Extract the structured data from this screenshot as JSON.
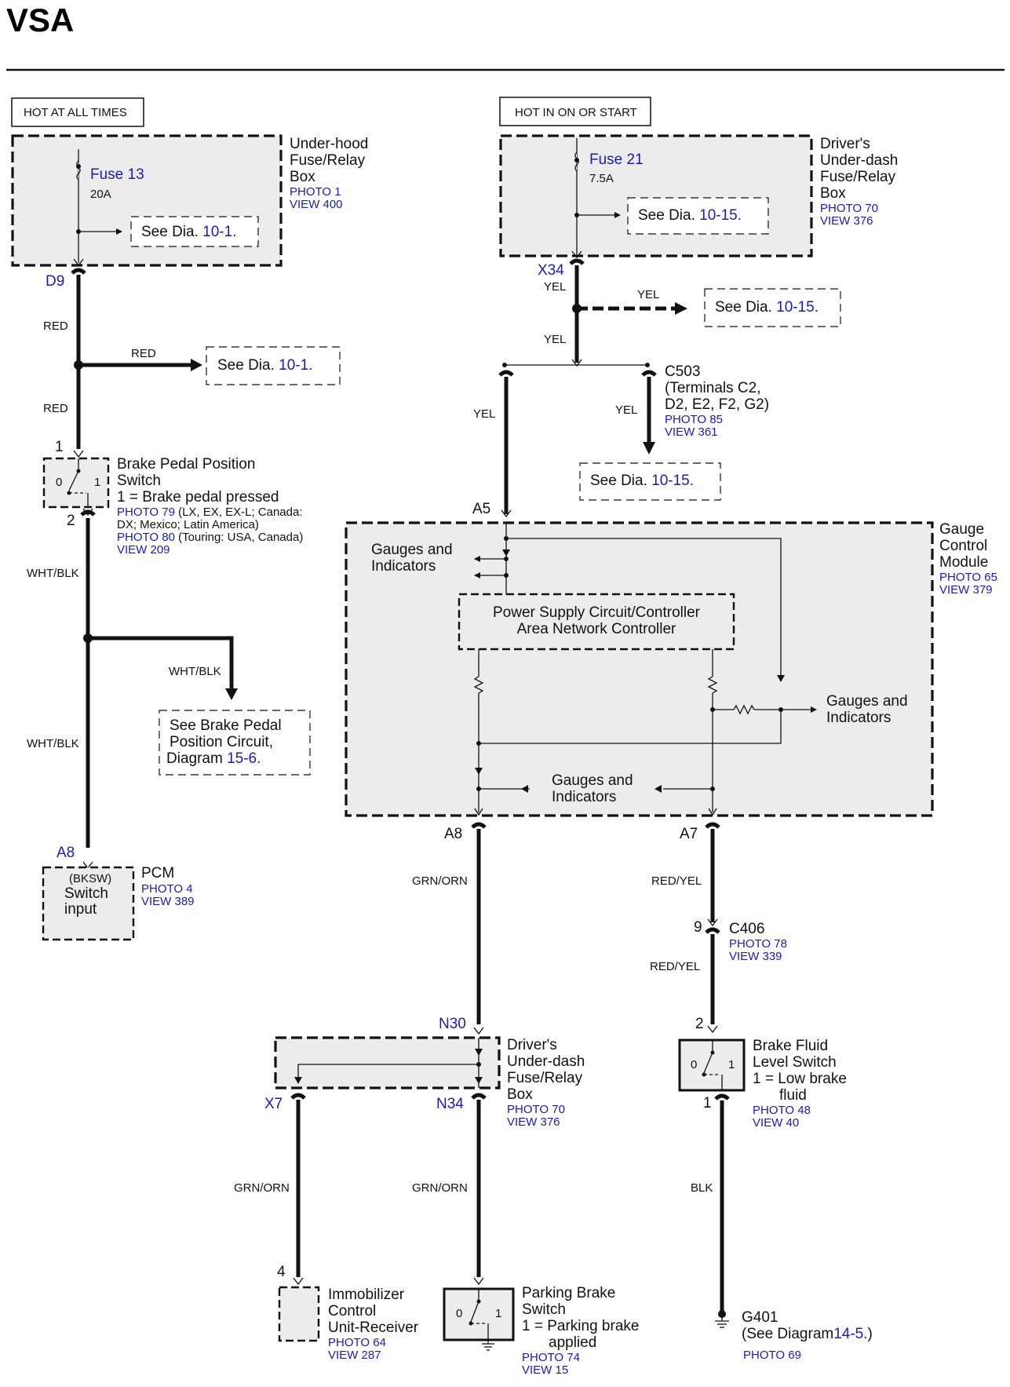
{
  "title": "VSA",
  "labels": {
    "hot_at_all_times": "HOT AT ALL TIMES",
    "hot_in_on": "HOT IN ON OR START"
  },
  "underhood": {
    "name": [
      "Under-hood",
      "Fuse/Relay",
      "Box"
    ],
    "photo": "PHOTO 1",
    "view": "VIEW 400",
    "fuse": "Fuse 13",
    "amp": "20A",
    "see": "See Dia.",
    "see_ref": "10-1."
  },
  "dash_top": {
    "name": [
      "Driver's",
      "Under-dash",
      "Fuse/Relay",
      "Box"
    ],
    "photo": "PHOTO 70",
    "view": "VIEW 376",
    "fuse": "Fuse 21",
    "amp": "7.5A",
    "see": "See Dia.",
    "see_ref": "10-15."
  },
  "wires": {
    "red": "RED",
    "yel": "YEL",
    "wht_blk": "WHT/BLK",
    "grn_orn": "GRN/ORN",
    "red_yel": "RED/YEL",
    "blk": "BLK"
  },
  "terminals": {
    "d9": "D9",
    "x34": "X34",
    "a5": "A5",
    "a8_gcm": "A8",
    "a7": "A7",
    "n30": "N30",
    "n34": "N34",
    "x7": "X7",
    "a8_pcm": "A8",
    "pin1": "1",
    "pin2": "2",
    "pin9": "9",
    "pin2b": "2",
    "pin1b": "1",
    "pin4": "4"
  },
  "see_refs": {
    "red_see": "See Dia.",
    "red_ref": "10-1.",
    "yel_see": "See Dia.",
    "yel_ref": "10-15.",
    "c503_see": "See Dia.",
    "c503_ref": "10-15."
  },
  "c503": {
    "lines": [
      "C503",
      "(Terminals C2,",
      "D2, E2, F2, G2)"
    ],
    "photo": "PHOTO 85",
    "view": "VIEW 361"
  },
  "brake_pedal": {
    "lines": [
      "Brake Pedal Position",
      "Switch",
      "1 = Brake pedal pressed"
    ],
    "photo_lines": [
      "PHOTO 79",
      " (LX, EX, EX-L; Canada:",
      "DX; Mexico; Latin America)",
      "PHOTO 80",
      " (Touring: USA, Canada)",
      "VIEW 209"
    ],
    "pos0": "0",
    "pos1": "1"
  },
  "brake_circuit": {
    "lines": [
      "See Brake Pedal",
      "Position Circuit,",
      "Diagram"
    ],
    "ref": "15-6."
  },
  "pcm": {
    "inner": [
      "(BKSW)",
      "Switch",
      "input"
    ],
    "name": "PCM",
    "photo": "PHOTO 4",
    "view": "VIEW 389"
  },
  "gcm": {
    "name": [
      "Gauge",
      "Control",
      "Module"
    ],
    "photo": "PHOTO 65",
    "view": "VIEW 379",
    "gi1": [
      "Gauges and",
      "Indicators"
    ],
    "gi2": [
      "Gauges and",
      "Indicators"
    ],
    "gi3": [
      "Gauges and",
      "Indicators"
    ],
    "psc": [
      "Power Supply Circuit/Controller",
      "Area Network Controller"
    ]
  },
  "c406": {
    "name": "C406",
    "photo": "PHOTO 78",
    "view": "VIEW 339"
  },
  "dash_bottom": {
    "name": [
      "Driver's",
      "Under-dash",
      "Fuse/Relay",
      "Box"
    ],
    "photo": "PHOTO 70",
    "view": "VIEW 376"
  },
  "fluid_switch": {
    "lines": [
      "Brake Fluid",
      "Level Switch",
      "1 = Low brake",
      "fluid"
    ],
    "photo": "PHOTO 48",
    "view": "VIEW 40",
    "pos0": "0",
    "pos1": "1"
  },
  "immobilizer": {
    "lines": [
      "Immobilizer",
      "Control",
      "Unit-Receiver"
    ],
    "photo": "PHOTO 64",
    "view": "VIEW 287"
  },
  "parking": {
    "lines": [
      "Parking Brake",
      "Switch",
      "1 = Parking brake",
      "applied"
    ],
    "photo": "PHOTO 74",
    "view": "VIEW 15",
    "pos0": "0",
    "pos1": "1"
  },
  "g401": {
    "name": "G401",
    "see": "(See Diagram",
    "ref": "14-5.",
    "close": ")",
    "photo": "PHOTO 69"
  }
}
